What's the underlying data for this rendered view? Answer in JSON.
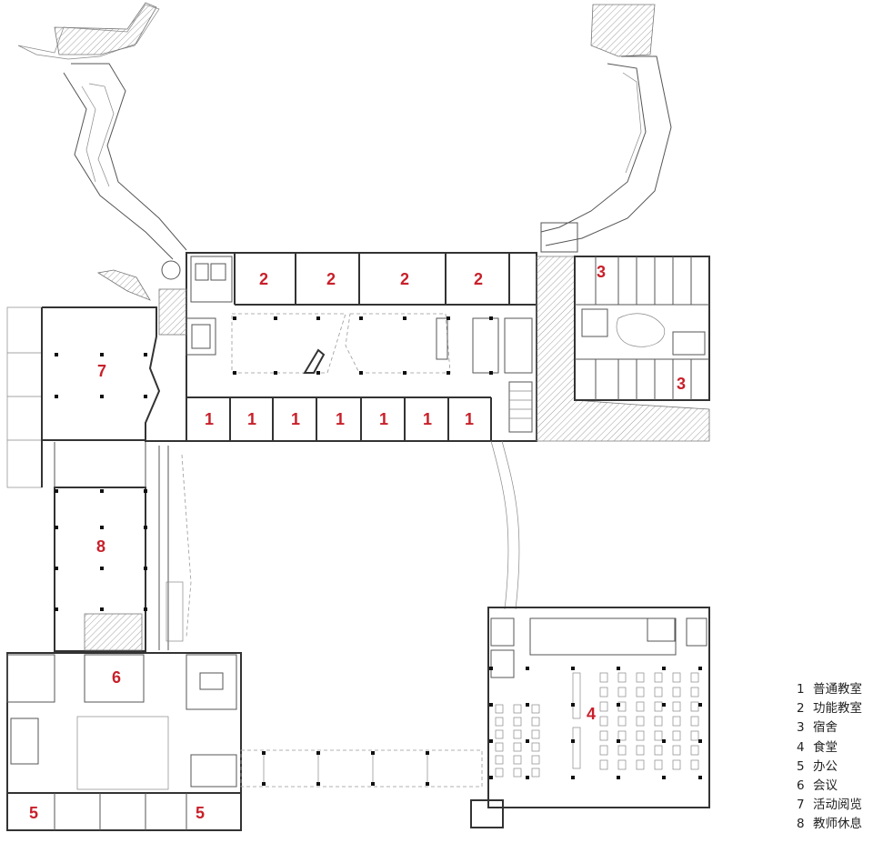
{
  "room_labels": {
    "r1": "1",
    "r2": "2",
    "r3": "3",
    "r4": "4",
    "r5": "5",
    "r6": "6",
    "r7": "7",
    "r8": "8"
  },
  "legend": [
    {
      "num": "1",
      "label": "普通教室"
    },
    {
      "num": "2",
      "label": "功能教室"
    },
    {
      "num": "3",
      "label": "宿舍"
    },
    {
      "num": "4",
      "label": "食堂"
    },
    {
      "num": "5",
      "label": "办公"
    },
    {
      "num": "6",
      "label": "会议"
    },
    {
      "num": "7",
      "label": "活动阅览"
    },
    {
      "num": "8",
      "label": "教师休息"
    }
  ],
  "colors": {
    "label": "#c8202a",
    "walls": "#333333",
    "background": "#ffffff"
  }
}
